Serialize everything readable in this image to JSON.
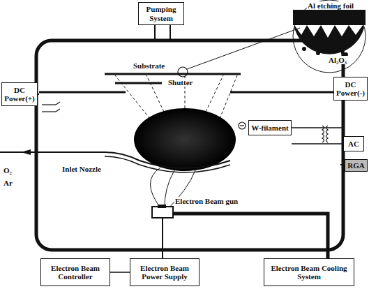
{
  "diagram": {
    "nodes": [
      {
        "text": [
          "Pumping System"
        ]
      },
      {
        "text": [
          "DC Power(+)"
        ]
      },
      {
        "text": [
          "DC Power(-)"
        ]
      },
      {
        "text": [
          "W-filament"
        ]
      },
      {
        "text": [
          "AC"
        ]
      },
      {
        "text": [
          "RGA"
        ]
      },
      {
        "text": [
          "Electron Beam Controller"
        ]
      },
      {
        "text": [
          "Electron Beam Power Supply"
        ]
      },
      {
        "text": [
          "Electron Beam Cooling System"
        ]
      }
    ],
    "edges": [
      {
        "from": 6,
        "to": 7,
        "arrow": "none"
      },
      {
        "from": 3,
        "to": 4,
        "arrow": "none"
      }
    ],
    "labels": [
      "Al etching foil",
      "Al₂O₃",
      "Substrate",
      "Shutter",
      "Inlet Nozzle",
      "O₂",
      "Ar",
      "Electron Beam gun"
    ]
  }
}
